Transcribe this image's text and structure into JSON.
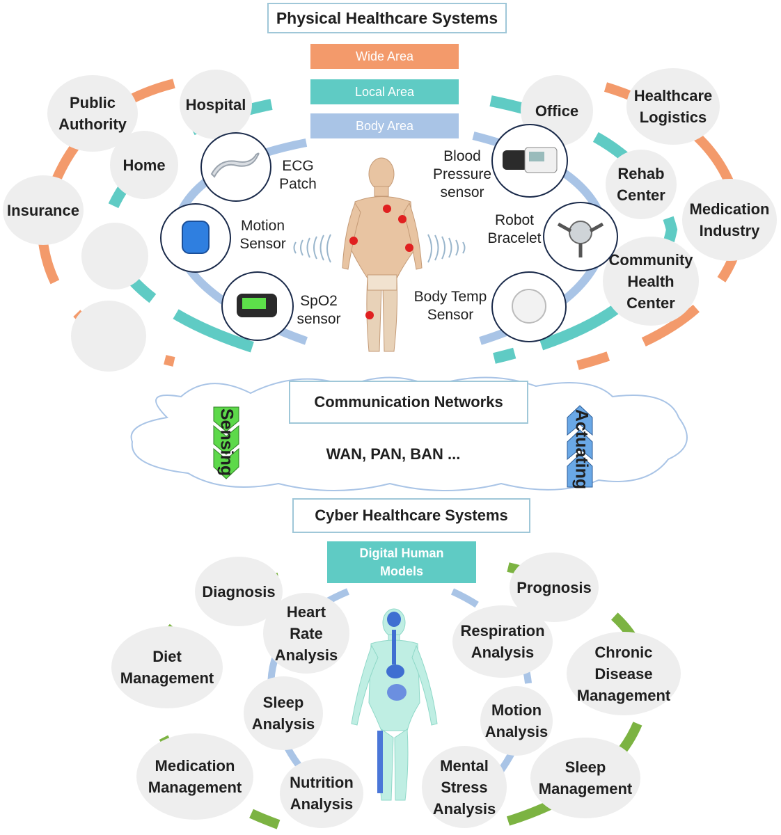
{
  "physical": {
    "title": "Physical Healthcare Systems",
    "areas": [
      "Wide Area",
      "Local Area",
      "Body Area"
    ],
    "left_places": {
      "public_authority": "Public\nAuthority",
      "hospital": "Hospital",
      "home": "Home",
      "insurance": "Insurance"
    },
    "right_places": {
      "office": "Office",
      "logistics": "Healthcare\nLogistics",
      "rehab": "Rehab\nCenter",
      "medication_industry": "Medication\nIndustry",
      "community": "Community\nHealth\nCenter"
    },
    "sensors": {
      "ecg": "ECG\nPatch",
      "motion": "Motion\nSensor",
      "spo2": "SpO2\nsensor",
      "blood_pressure": "Blood\nPressure\nsensor",
      "robot": "Robot\nBracelet",
      "body_temp": "Body Temp\nSensor"
    }
  },
  "network": {
    "title": "Communication Networks",
    "types": "WAN, PAN, BAN ...",
    "sensing": "Sensing",
    "actuating": "Actuating"
  },
  "cyber": {
    "title": "Cyber Healthcare Systems",
    "core": "Digital Human\nModels",
    "inner": {
      "heart_rate": "Heart\nRate\nAnalysis",
      "sleep": "Sleep\nAnalysis",
      "nutrition": "Nutrition\nAnalysis",
      "respiration": "Respiration\nAnalysis",
      "motion": "Motion\nAnalysis",
      "mental": "Mental\nStress\nAnalysis"
    },
    "outer": {
      "diagnosis": "Diagnosis",
      "diet": "Diet\nManagement",
      "medication": "Medication\nManagement",
      "prognosis": "Prognosis",
      "chronic": "Chronic\nDisease\nManagement",
      "sleep": "Sleep\nManagement"
    }
  },
  "colors": {
    "wide": "#f39a6b",
    "local": "#5fcbc4",
    "body": "#a9c4e6",
    "green": "#7cb342",
    "sensing": "#5dd94a",
    "actuating": "#6aa8e6",
    "sensor_dot": "#e02020"
  }
}
